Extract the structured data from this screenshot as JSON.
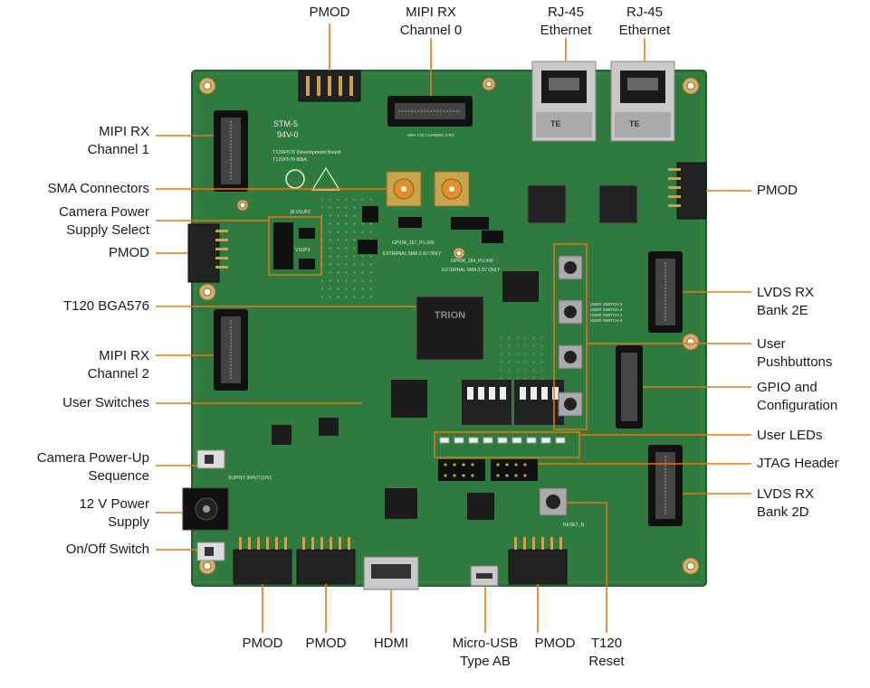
{
  "colors": {
    "pcb": "#2f7a3e",
    "pcb_dark": "#1e5a2c",
    "leader": "#e07a1a",
    "text": "#1a1a1a"
  },
  "board": {
    "silk": {
      "stm": "STM-5",
      "rating": "94V-0",
      "board_name": "T120F576 Development Board",
      "board_sub": "T120F576-BBA",
      "trion": "TRION",
      "ext_sma_1": "EXTERNAL SMA 3.3V ONLY",
      "ext_sma_2": "EXTERNAL SMA 3.3V ONLY",
      "gpio_pll_1": "GPIOR_167_PLLIN0",
      "gpio_pll_2": "GPIOR_184_PLLIN0",
      "supply_input": "SUPPLY INPUT(12V)",
      "user_switch_0": "USER SWITCH 0",
      "user_switch_1": "USER SWITCH 1",
      "user_switch_2": "USER SWITCH 2",
      "user_switch_3": "USER SWITCH 3",
      "reset": "RESET_N",
      "te": "TE",
      "mipi_cam": "MIPI CSI CHANNEL 0 RX",
      "j5": "J5 VSUP2",
      "vsup3": "VSUP3"
    }
  },
  "labels": {
    "top_pmod": "PMOD",
    "mipi_rx0": [
      "MIPI RX",
      "Channel 0"
    ],
    "rj45_a": [
      "RJ-45",
      "Ethernet"
    ],
    "rj45_b": [
      "RJ-45",
      "Ethernet"
    ],
    "mipi_rx1": [
      "MIPI RX",
      "Channel 1"
    ],
    "sma": "SMA Connectors",
    "cam_power": [
      "Camera Power",
      "Supply Select"
    ],
    "pmod_left": "PMOD",
    "t120": "T120 BGA576",
    "mipi_rx2": [
      "MIPI RX",
      "Channel 2"
    ],
    "user_switches": "User Switches",
    "cam_powerup": [
      "Camera Power-Up",
      "Sequence"
    ],
    "power_12v": [
      "12 V Power",
      "Supply"
    ],
    "onoff": "On/Off Switch",
    "pmod_right": "PMOD",
    "lvds_2e": [
      "LVDS RX",
      "Bank 2E"
    ],
    "user_pushbuttons": [
      "User",
      "Pushbuttons"
    ],
    "gpio_config": [
      "GPIO and",
      "Configuration"
    ],
    "user_leds": "User LEDs",
    "jtag": "JTAG Header",
    "lvds_2d": [
      "LVDS RX",
      "Bank 2D"
    ],
    "bot_pmod1": "PMOD",
    "bot_pmod2": "PMOD",
    "hdmi": "HDMI",
    "usb": [
      "Micro-USB",
      "Type AB"
    ],
    "bot_pmod3": "PMOD",
    "t120_reset": [
      "T120",
      "Reset"
    ]
  }
}
